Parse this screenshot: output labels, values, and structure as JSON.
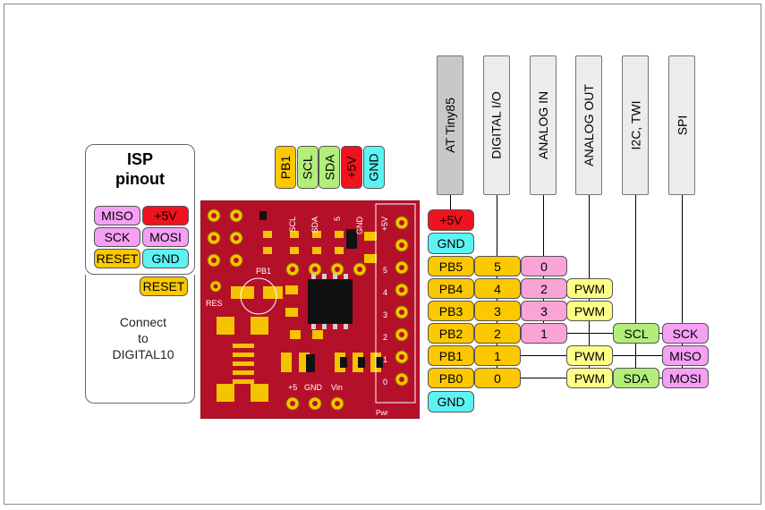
{
  "colors": {
    "orange": "#fcc800",
    "pink": "#f9a3d6",
    "yellow": "#ffff88",
    "green": "#b3ee7a",
    "cyan": "#5ef3f3",
    "red": "#f0121e",
    "violet": "#f5a0f5",
    "board": "#b5102a"
  },
  "headers": {
    "attiny": "AT Tiny85",
    "digital": "DIGITAL I/O",
    "analog_in": "ANALOG IN",
    "analog_out": "ANALOG OUT",
    "i2c": "I2C, TWI",
    "spi": "SPI"
  },
  "top_pins": [
    "PB1",
    "SCL",
    "SDA",
    "+5V",
    "GND"
  ],
  "isp": {
    "title": "ISP",
    "subtitle": "pinout",
    "miso": "MISO",
    "plus5": "+5V",
    "sck": "SCK",
    "mosi": "MOSI",
    "reset": "RESET",
    "gnd": "GND"
  },
  "connect": {
    "reset": "RESET",
    "line1": "Connect",
    "line2": "to",
    "line3": "DIGITAL10"
  },
  "power": {
    "plus5": "+5V",
    "gnd_top": "GND",
    "gnd_bottom": "GND"
  },
  "rows": [
    {
      "pin": "PB5",
      "digital": "5",
      "analog_in": "0",
      "analog_out": "",
      "i2c": "",
      "spi": ""
    },
    {
      "pin": "PB4",
      "digital": "4",
      "analog_in": "2",
      "analog_out": "PWM",
      "i2c": "",
      "spi": ""
    },
    {
      "pin": "PB3",
      "digital": "3",
      "analog_in": "3",
      "analog_out": "PWM",
      "i2c": "",
      "spi": ""
    },
    {
      "pin": "PB2",
      "digital": "2",
      "analog_in": "1",
      "analog_out": "",
      "i2c": "SCL",
      "spi": "SCK"
    },
    {
      "pin": "PB1",
      "digital": "1",
      "analog_in": "",
      "analog_out": "PWM",
      "i2c": "",
      "spi": "MISO"
    },
    {
      "pin": "PB0",
      "digital": "0",
      "analog_in": "",
      "analog_out": "PWM",
      "i2c": "SDA",
      "spi": "MOSI"
    }
  ],
  "board": {
    "silk_scl": "SCL",
    "silk_sda": "SDA",
    "silk_5": "5",
    "silk_gnd": "GND",
    "silk_5v": "+5V",
    "silk_pb1": "PB1",
    "silk_res": "RES",
    "silk_pins": [
      "5",
      "4",
      "3",
      "2",
      "1",
      "0"
    ],
    "silk_bottom_5": "+5",
    "silk_bottom_gnd": "GND",
    "silk_bottom_vin": "Vin",
    "silk_pwr": "Pwr"
  }
}
